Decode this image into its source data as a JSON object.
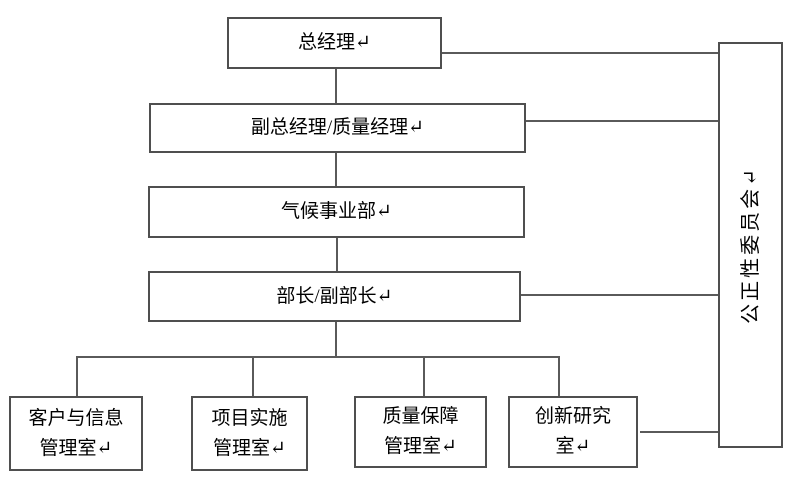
{
  "style": {
    "background": "#ffffff",
    "line_color": "#5a5a5a",
    "border_color": "#4f4f4f",
    "text_color": "#000000"
  },
  "nodes": {
    "gm": {
      "label": "总经理↵"
    },
    "deputy_gm": {
      "label": "副总经理/质量经理↵"
    },
    "climate_division": {
      "label": "气候事业部↵"
    },
    "minister": {
      "label": "部长/副部长↵"
    },
    "committee": {
      "label": "公正性委员会↵"
    },
    "dept_customer_info": {
      "line1": "客户与信息",
      "line2": "管理室↵"
    },
    "dept_project_impl": {
      "line1": "项目实施",
      "line2": "管理室↵"
    },
    "dept_quality_assurance": {
      "line1": "质量保障",
      "line2": "管理室↵"
    },
    "dept_innovation_research": {
      "line1": "创新研究",
      "line2": "室↵"
    }
  }
}
